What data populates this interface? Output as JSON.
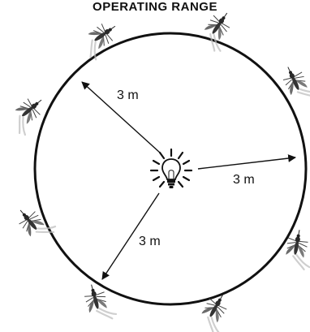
{
  "title": "OPERATING RANGE",
  "labels": {
    "upper_left": "3 m",
    "right": "3 m",
    "lower_left": "3 m"
  },
  "icons": {
    "center": "light-bulb-icon",
    "insects": "mosquito-icon"
  },
  "colors": {
    "line": "#111111",
    "insect": "#444444",
    "insect_shadow": "#999999",
    "background": "#ffffff"
  }
}
